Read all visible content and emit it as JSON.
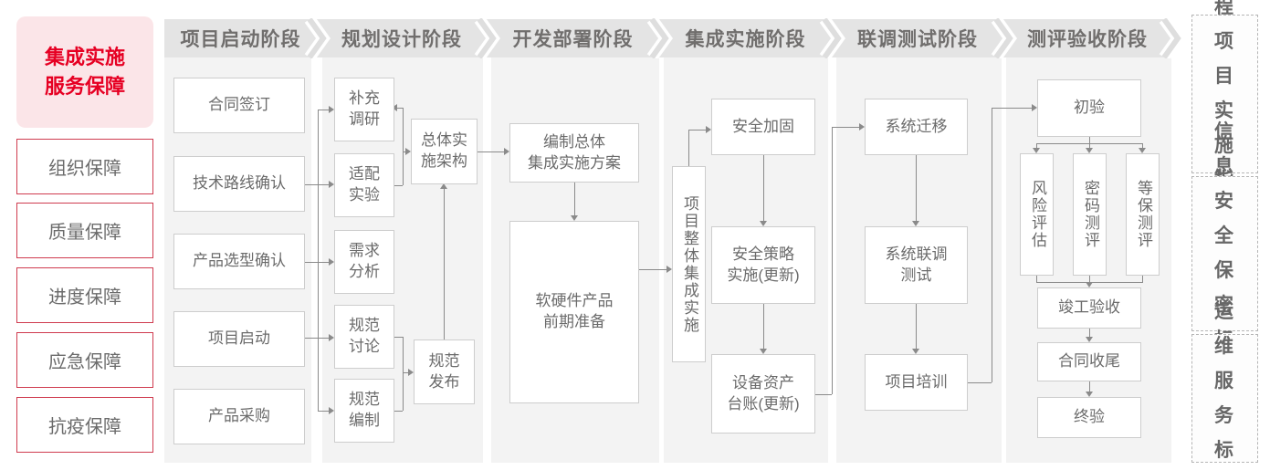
{
  "legend": {
    "title": "集成实施\n服务保障",
    "items": [
      "组织保障",
      "质量保障",
      "进度保障",
      "应急保障",
      "抗疫保障"
    ]
  },
  "phases": [
    {
      "label": "项目启动阶段",
      "nodes": [
        "合同签订",
        "技术路线确认",
        "产品选型确认",
        "项目启动",
        "产品采购"
      ]
    },
    {
      "label": "规划设计阶段",
      "nodes": [
        "补充\n调研",
        "适配\n实验",
        "需求\n分析",
        "规范\n讨论",
        "规范\n编制",
        "总体实\n施架构",
        "规范\n发布"
      ]
    },
    {
      "label": "开发部署阶段",
      "nodes": [
        "编制总体\n集成实施方案",
        "软硬件产品\n前期准备"
      ]
    },
    {
      "label": "集成实施阶段",
      "nodes": [
        "项目整体集成实施",
        "安全加固",
        "安全策略\n实施(更新)",
        "设备资产\n台账(更新)"
      ]
    },
    {
      "label": "联调测试阶段",
      "nodes": [
        "系统迁移",
        "系统联调\n测试",
        "项目培训"
      ]
    },
    {
      "label": "测评验收阶段",
      "nodes": [
        "初验",
        "风险评估",
        "密码测评",
        "等保测评",
        "竣工验收",
        "合同收尾",
        "终验"
      ]
    }
  ],
  "standards": [
    "工程\n项目\n实施\n指引",
    "信息\n安全\n保密\n标准",
    "运维\n服务\n标准"
  ],
  "colors": {
    "accent_red": "#e60023",
    "legend_border_red": "#cf3b4f",
    "legend_bg_pink": "#fbe5e8",
    "header_gray": "#e4e4e4",
    "band_gray": "#f3f3f3",
    "line_gray": "#8a8a8a",
    "text_gray": "#6b6b6b"
  }
}
